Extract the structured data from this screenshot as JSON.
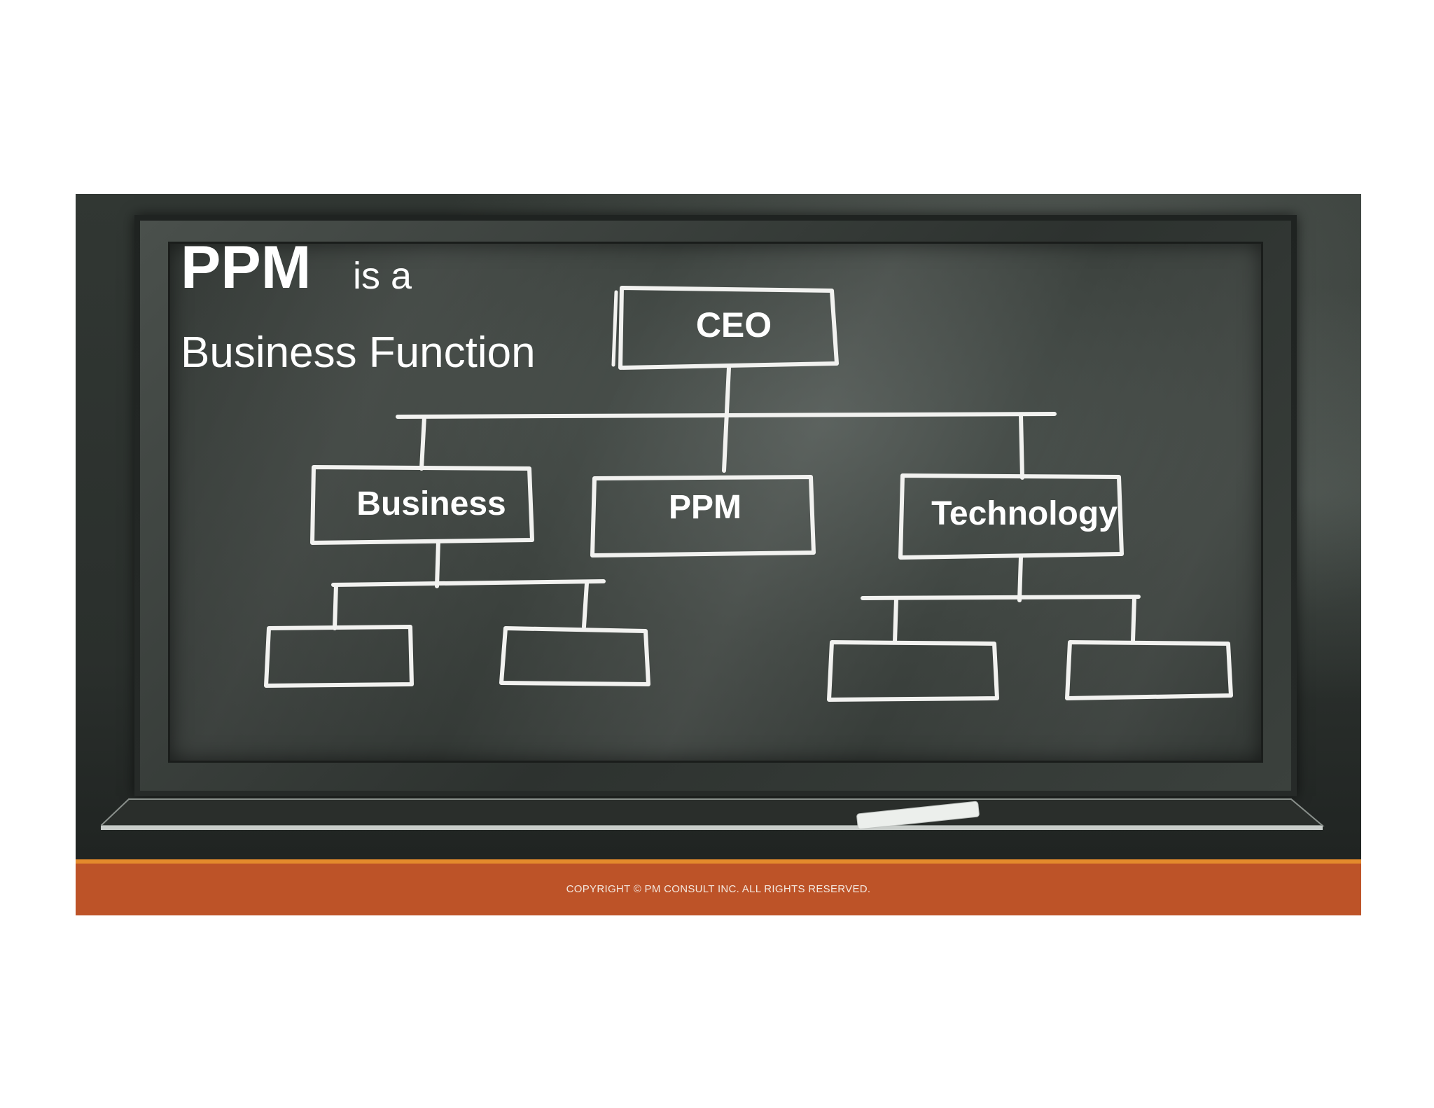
{
  "slide": {
    "title_bold": "PPM",
    "title_rest": "is a",
    "subtitle": "Business Function"
  },
  "org_chart": {
    "root": "CEO",
    "departments": [
      "Business",
      "PPM",
      "Technology"
    ],
    "empty_child_boxes": {
      "Business": 2,
      "PPM": 0,
      "Technology": 2
    }
  },
  "footer": {
    "text": "COPYRIGHT © PM CONSULT INC. ALL RIGHTS RESERVED."
  },
  "colors": {
    "board": "#3d433f",
    "chalk": "#ffffff",
    "footer_bar": "#bd5328",
    "footer_accent": "#e48a2c"
  }
}
